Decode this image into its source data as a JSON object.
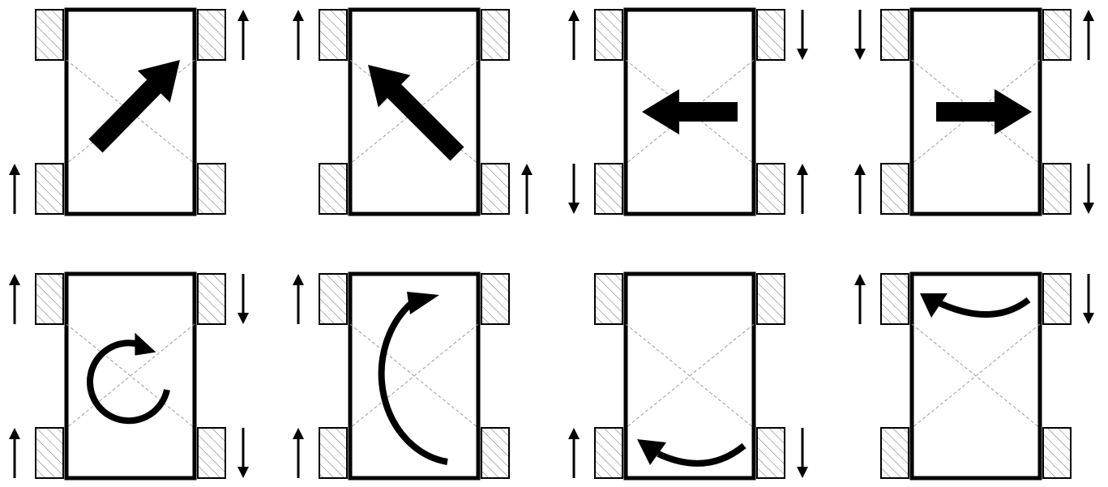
{
  "diagram": {
    "description_free": true,
    "colors": {
      "stroke": "#000000",
      "background": "#ffffff",
      "guide": "#9a9a9a",
      "wheel_fill": "#f4f4f4",
      "hatch": "#555555"
    },
    "wheel_labels": [
      "front-left",
      "front-right",
      "rear-left",
      "rear-right"
    ],
    "panels": [
      {
        "id": "diag-forward-right",
        "wheels": {
          "front-left": "none",
          "front-right": "up",
          "rear-left": "up",
          "rear-right": "none"
        },
        "motion": "arrow-up-right"
      },
      {
        "id": "diag-forward-left",
        "wheels": {
          "front-left": "up",
          "front-right": "none",
          "rear-left": "none",
          "rear-right": "up"
        },
        "motion": "arrow-up-left"
      },
      {
        "id": "strafe-left",
        "wheels": {
          "front-left": "up",
          "front-right": "down",
          "rear-left": "down",
          "rear-right": "up"
        },
        "motion": "arrow-left"
      },
      {
        "id": "strafe-right",
        "wheels": {
          "front-left": "down",
          "front-right": "up",
          "rear-left": "up",
          "rear-right": "down"
        },
        "motion": "arrow-right"
      },
      {
        "id": "rotate-clockwise",
        "wheels": {
          "front-left": "up",
          "front-right": "down",
          "rear-left": "up",
          "rear-right": "down"
        },
        "motion": "rotate-cw"
      },
      {
        "id": "turn-right",
        "wheels": {
          "front-left": "up",
          "front-right": "none",
          "rear-left": "up",
          "rear-right": "none"
        },
        "motion": "arc-right"
      },
      {
        "id": "rear-pivot",
        "wheels": {
          "front-left": "none",
          "front-right": "none",
          "rear-left": "up",
          "rear-right": "down"
        },
        "motion": "arc-bottom"
      },
      {
        "id": "front-pivot",
        "wheels": {
          "front-left": "up",
          "front-right": "down",
          "rear-left": "none",
          "rear-right": "none"
        },
        "motion": "arc-top"
      }
    ]
  }
}
